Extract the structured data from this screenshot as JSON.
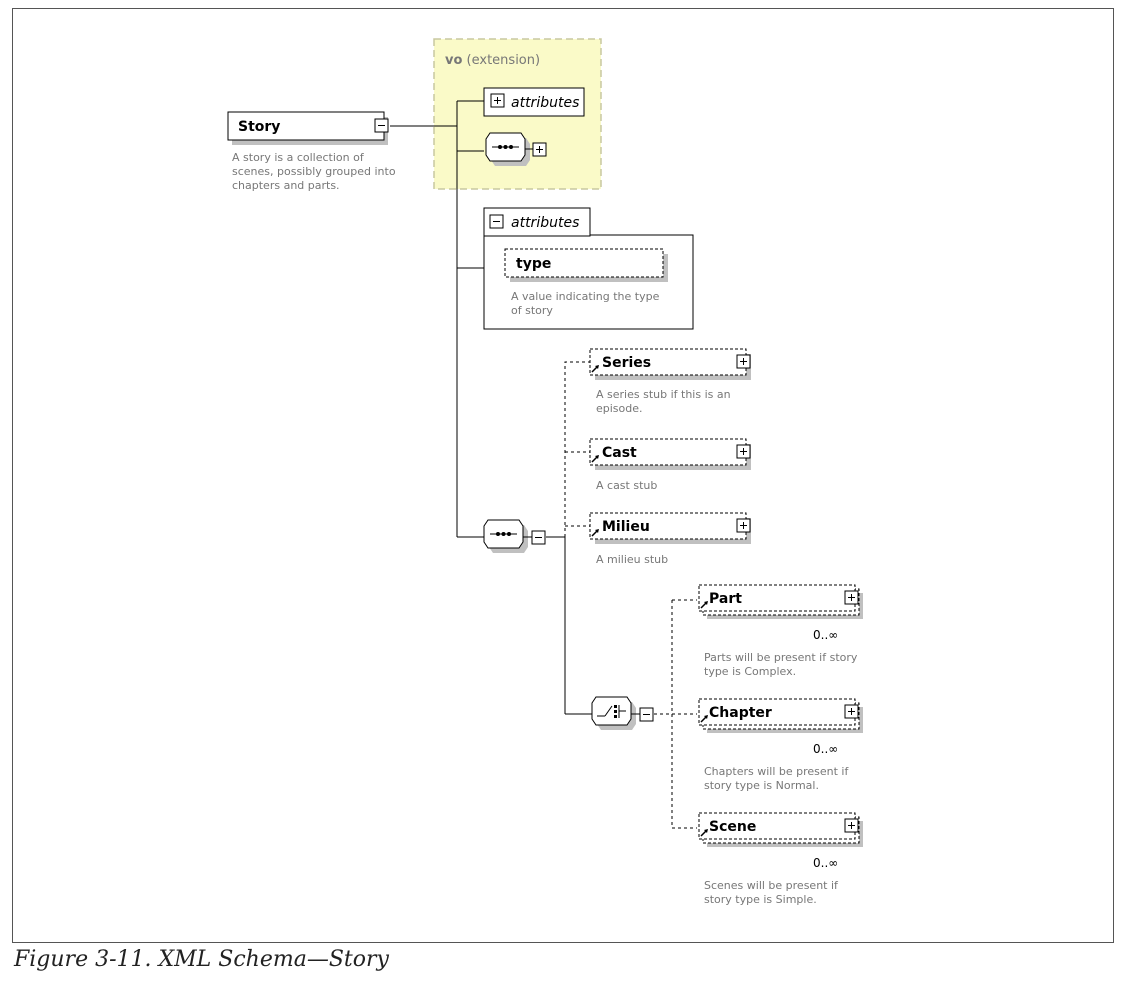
{
  "caption": "Figure 3-11. XML Schema—Story",
  "root": {
    "name": "Story",
    "description": [
      "A story is a collection of",
      "scenes, possibly grouped into",
      "chapters and parts."
    ]
  },
  "extension": {
    "base": "vo",
    "label": "(extension)",
    "attributes_label": "attributes"
  },
  "attributes_group": {
    "label": "attributes",
    "type_attr": {
      "name": "type",
      "description": [
        "A value indicating the type",
        "of story"
      ]
    }
  },
  "sequence_elements": [
    {
      "name": "Series",
      "description": [
        "A series stub if this is an",
        "episode."
      ]
    },
    {
      "name": "Cast",
      "description": [
        "A cast stub"
      ]
    },
    {
      "name": "Milieu",
      "description": [
        "A milieu stub"
      ]
    }
  ],
  "choice_elements": [
    {
      "name": "Part",
      "occurrence": "0..∞",
      "description": [
        "Parts will be present if story",
        "type is Complex."
      ]
    },
    {
      "name": "Chapter",
      "occurrence": "0..∞",
      "description": [
        "Chapters will be present if",
        "story type is Normal."
      ]
    },
    {
      "name": "Scene",
      "occurrence": "0..∞",
      "description": [
        "Scenes will be present if",
        "story type is Simple."
      ]
    }
  ],
  "colors": {
    "extension_bg": "#fafac8",
    "extension_border": "#c8c8a0",
    "shadow": "#c0c0c0",
    "line": "#000000",
    "desc": "#777777"
  }
}
